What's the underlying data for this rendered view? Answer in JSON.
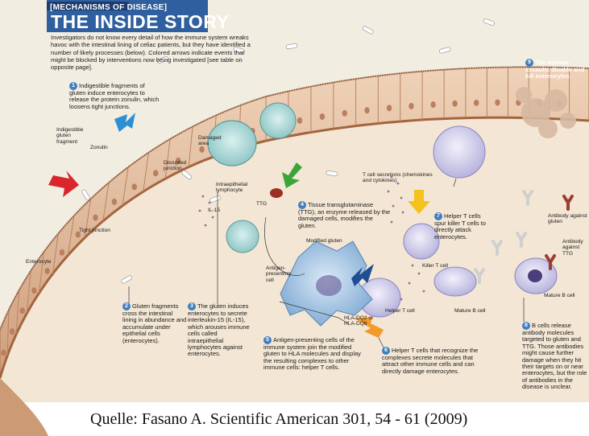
{
  "header": {
    "kicker": "[MECHANISMS OF DISEASE]",
    "title": "THE INSIDE STORY",
    "intro": "Investigators do not know every detail of how the immune system wreaks havoc with the intestinal lining of celiac patients, but they have identified a number of likely processes (below). Colored arrows indicate events that might be blocked by interventions now being investigated [see table on opposite page]."
  },
  "steps": [
    {
      "num": "1",
      "text": "Indigestible fragments of gluten induce enterocytes to release the protein zonulin, which loosens tight junctions."
    },
    {
      "num": "2",
      "text": "Gluten fragments cross the intestinal lining in abundance and accumulate under epithelial cells (enterocytes)."
    },
    {
      "num": "3",
      "text": "The gluten induces enterocytes to secrete interleukin-15 (IL-15), which arouses immune cells called intraepithelial lymphocytes against enterocytes."
    },
    {
      "num": "4",
      "text": "Tissue transglutaminase (TTG), an enzyme released by the damaged cells, modifies the gluten."
    },
    {
      "num": "5",
      "text": "Antigen-presenting cells of the immune system join the modified gluten to HLA molecules and display the resulting complexes to other immune cells: helper T cells."
    },
    {
      "num": "6",
      "text": "Helper T cells that recognize the complexes secrete molecules that attract other immune cells and can directly damage enterocytes."
    },
    {
      "num": "7",
      "text": "Helper T cells spur killer T cells to directly attack enterocytes."
    },
    {
      "num": "8",
      "text": "B cells release antibody molecules targeted to gluten and TTG. Those antibodies might cause further damage when they hit their targets on or near enterocytes, but the role of antibodies in the disease is unclear."
    },
    {
      "num": "9",
      "text": "The various assaults disable and kill enterocytes."
    }
  ],
  "labels": {
    "gluten_fragment": "Indigestible gluten fragment",
    "zonulin": "Zonulin",
    "disrupted_junction": "Disrupted junction",
    "tight_junction": "Tight junction",
    "enterocyte": "Enterocyte",
    "damaged_area": "Damaged area",
    "iel": "Intraepithelial lymphocyte",
    "il15": "IL-15",
    "ttg": "TTG",
    "tcell_secretions": "T cell secretions (chemokines and cytokines)",
    "modified_gluten": "Modified gluten",
    "apc": "Antigen-presenting cell",
    "hla": "HLA-DQ2 or HLA-DQ8",
    "helper_t": "Helper T cell",
    "killer_t": "Killer T cell",
    "mature_b_1": "Mature B cell",
    "mature_b_2": "Mature B cell",
    "ab_gluten": "Antibody against gluten",
    "ab_ttg": "Antibody against TTG"
  },
  "source": "Quelle: Fasano A. Scientific American 301, 54 - 61 (2009)",
  "colors": {
    "header_blue": "#2f5f9e",
    "lumen": "#f2ede1",
    "tissue": "#f3e6d4",
    "enterocyte": "#e6c3a6",
    "arrow_red": "#d9262c",
    "arrow_blue": "#2c8fd6",
    "arrow_green": "#3aa539",
    "arrow_yellow": "#f4c21c",
    "arrow_navy": "#1f4e93",
    "arrow_orange": "#f39a2a"
  }
}
